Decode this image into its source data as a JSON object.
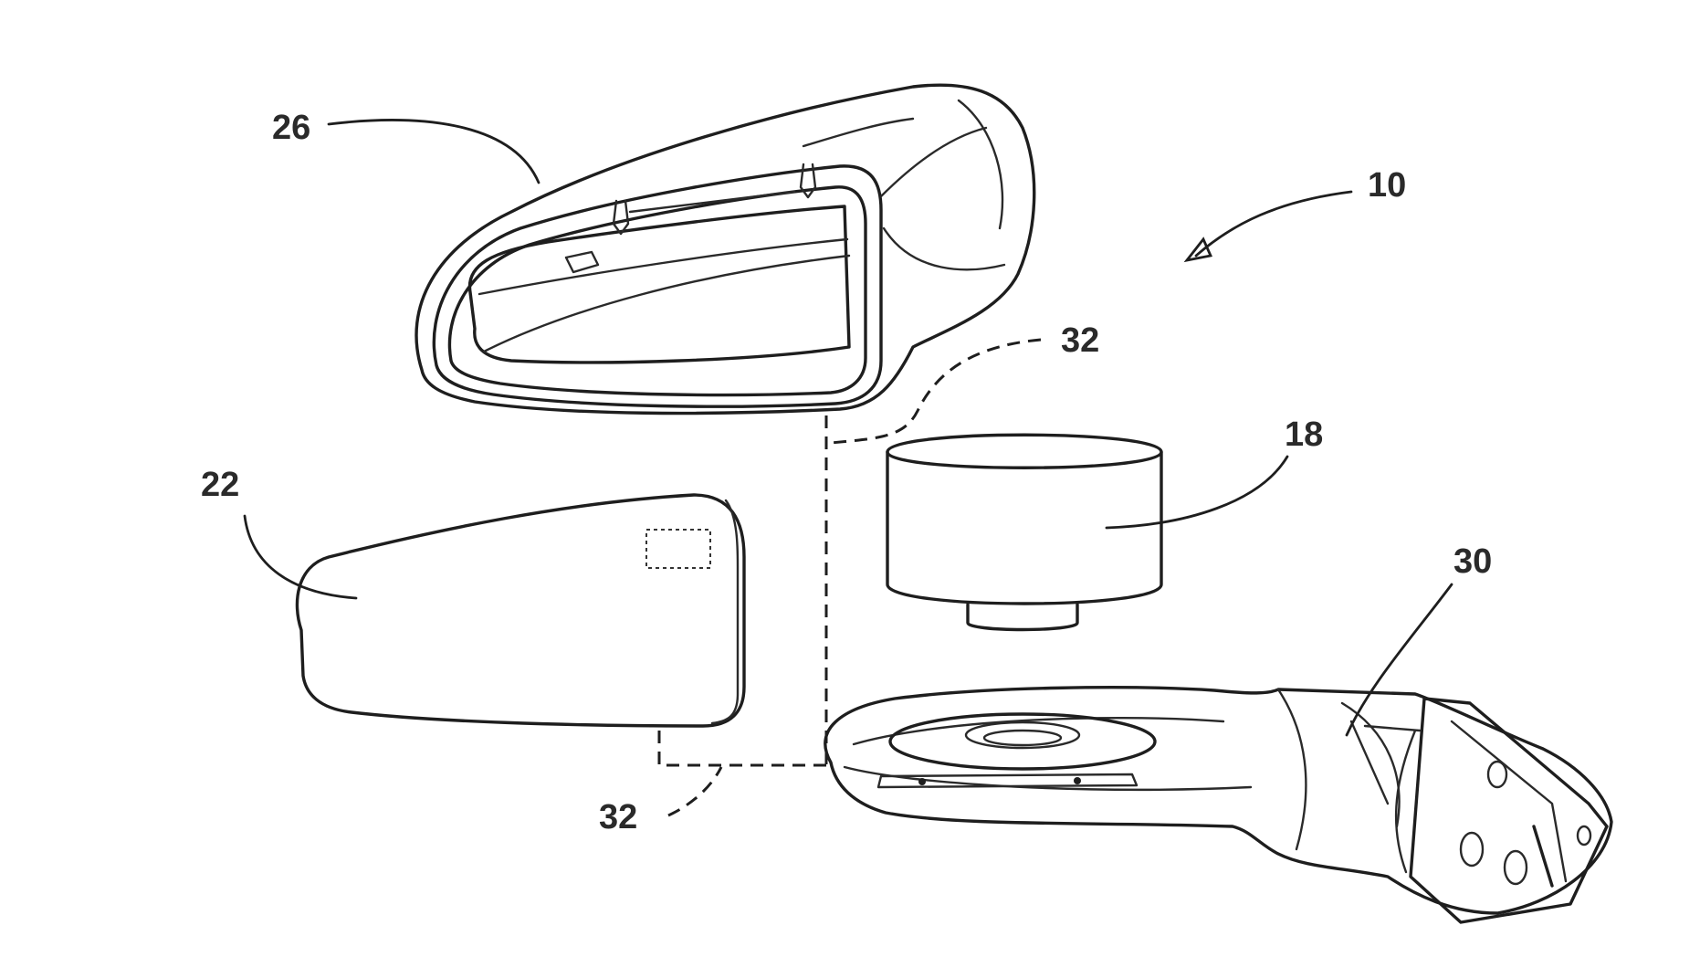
{
  "labels": {
    "housing_cover": "26",
    "assembly": "10",
    "connection_upper": "32",
    "actuator": "18",
    "mirror_glass": "22",
    "base_bracket": "30",
    "connection_lower": "32"
  },
  "colors": {
    "line": "#1e1e1e",
    "label": "#2a2a2a",
    "background": "#ffffff"
  }
}
